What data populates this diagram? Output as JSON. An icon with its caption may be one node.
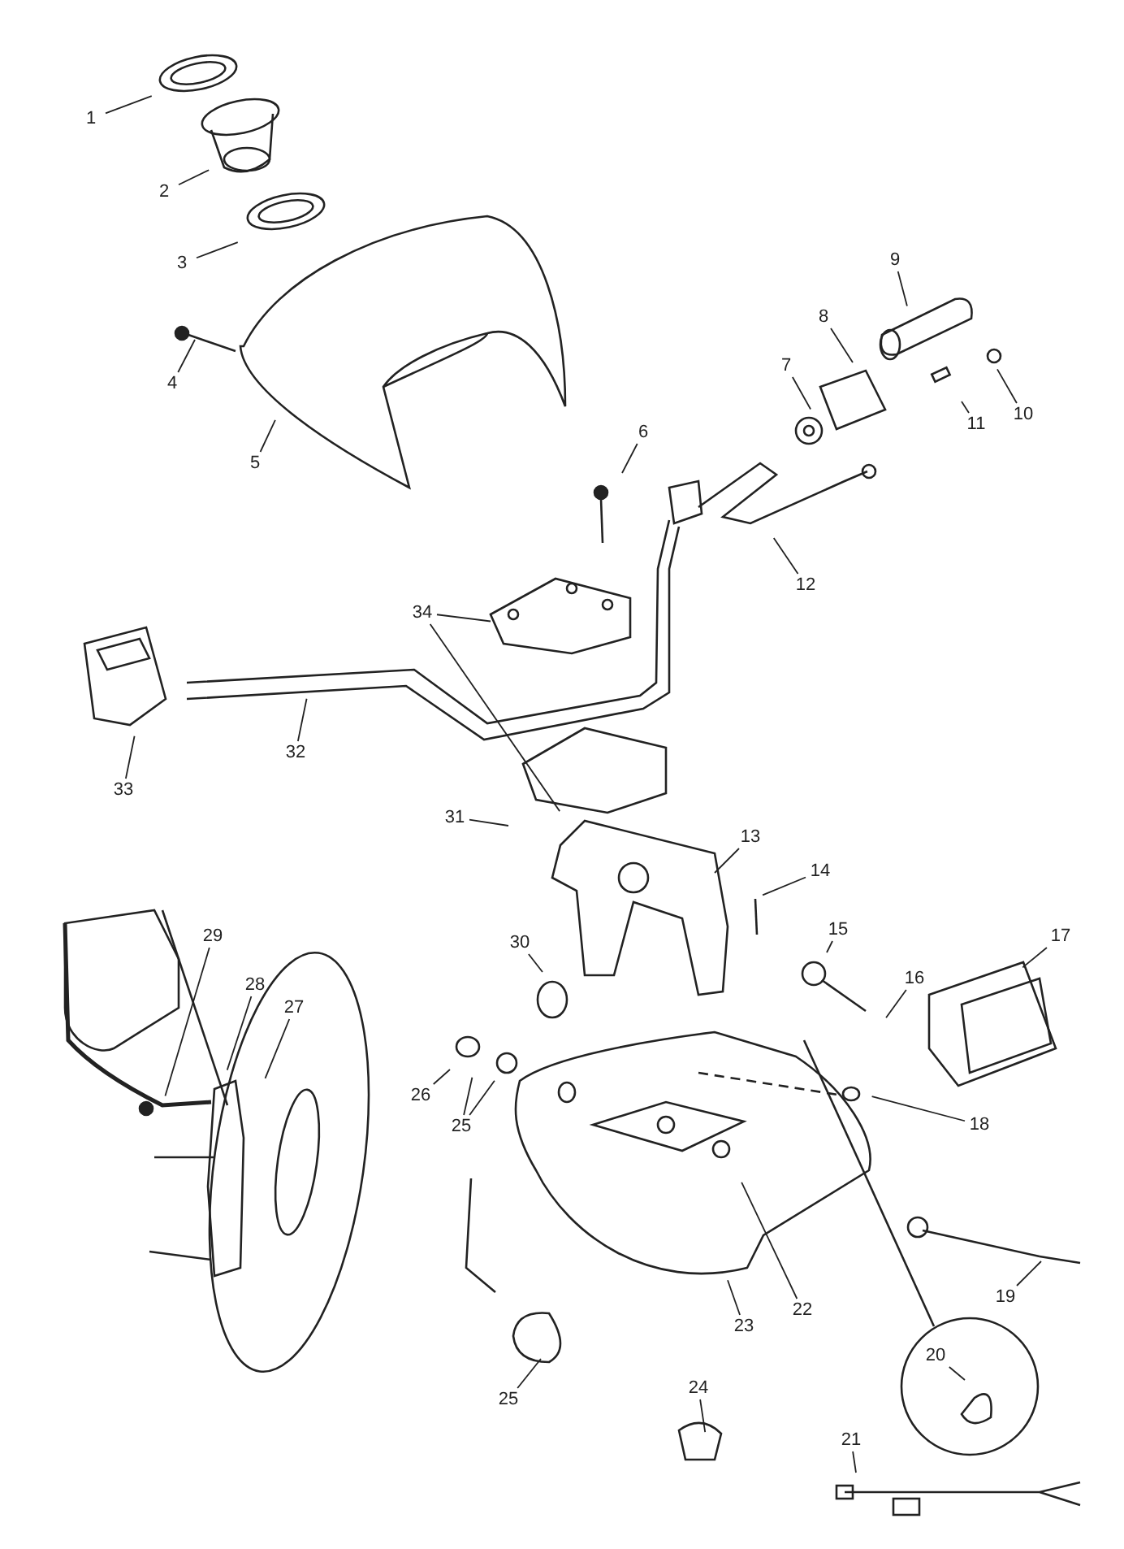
{
  "diagram": {
    "nodes": [
      {
        "text": [
          "1"
        ]
      },
      {
        "text": [
          "2"
        ]
      },
      {
        "text": [
          "3"
        ]
      },
      {
        "text": [
          "4"
        ]
      },
      {
        "text": [
          "5"
        ]
      },
      {
        "text": [
          "9"
        ]
      },
      {
        "text": [
          "8"
        ]
      },
      {
        "text": [
          "7"
        ]
      },
      {
        "text": [
          "11"
        ]
      },
      {
        "text": [
          "10"
        ]
      },
      {
        "text": [
          "6"
        ]
      },
      {
        "text": [
          "12"
        ]
      },
      {
        "text": [
          "34"
        ]
      },
      {
        "text": [
          "32"
        ]
      },
      {
        "text": [
          "33"
        ]
      },
      {
        "text": [
          "31"
        ]
      },
      {
        "text": [
          "13"
        ]
      },
      {
        "text": [
          "14"
        ]
      },
      {
        "text": [
          "15"
        ]
      },
      {
        "text": [
          "17"
        ]
      },
      {
        "text": [
          "16"
        ]
      },
      {
        "text": [
          "29"
        ]
      },
      {
        "text": [
          "28"
        ]
      },
      {
        "text": [
          "27"
        ]
      },
      {
        "text": [
          "30"
        ]
      },
      {
        "text": [
          "26"
        ]
      },
      {
        "text": [
          "25"
        ]
      },
      {
        "text": [
          "18"
        ]
      },
      {
        "text": [
          "22"
        ]
      },
      {
        "text": [
          "23"
        ]
      },
      {
        "text": [
          "19"
        ]
      },
      {
        "text": [
          "25"
        ]
      },
      {
        "text": [
          "20"
        ]
      },
      {
        "text": [
          "24"
        ]
      },
      {
        "text": [
          "21"
        ]
      }
    ],
    "edges": [
      {
        "from": 0,
        "to": null,
        "arrow": "none"
      },
      {
        "from": 1,
        "to": null,
        "arrow": "none"
      },
      {
        "from": 2,
        "to": null,
        "arrow": "none"
      },
      {
        "from": 3,
        "to": null,
        "arrow": "none"
      },
      {
        "from": 4,
        "to": null,
        "arrow": "none"
      },
      {
        "from": 5,
        "to": null,
        "arrow": "none"
      },
      {
        "from": 6,
        "to": null,
        "arrow": "none"
      },
      {
        "from": 7,
        "to": null,
        "arrow": "none"
      },
      {
        "from": 8,
        "to": null,
        "arrow": "none"
      },
      {
        "from": 9,
        "to": null,
        "arrow": "none"
      },
      {
        "from": 10,
        "to": null,
        "arrow": "none"
      },
      {
        "from": 11,
        "to": null,
        "arrow": "none"
      },
      {
        "from": 12,
        "to": null,
        "arrow": "none"
      },
      {
        "from": 12,
        "to": null,
        "arrow": "none"
      },
      {
        "from": 13,
        "to": null,
        "arrow": "none"
      },
      {
        "from": 14,
        "to": null,
        "arrow": "none"
      },
      {
        "from": 15,
        "to": null,
        "arrow": "none"
      },
      {
        "from": 16,
        "to": null,
        "arrow": "none"
      },
      {
        "from": 17,
        "to": null,
        "arrow": "none"
      },
      {
        "from": 18,
        "to": null,
        "arrow": "none"
      },
      {
        "from": 19,
        "to": null,
        "arrow": "none"
      },
      {
        "from": 20,
        "to": null,
        "arrow": "none"
      },
      {
        "from": 21,
        "to": null,
        "arrow": "none"
      },
      {
        "from": 22,
        "to": null,
        "arrow": "none"
      },
      {
        "from": 23,
        "to": null,
        "arrow": "none"
      },
      {
        "from": 24,
        "to": null,
        "arrow": "none"
      },
      {
        "from": 25,
        "to": null,
        "arrow": "none"
      },
      {
        "from": 26,
        "to": null,
        "arrow": "none"
      },
      {
        "from": 26,
        "to": null,
        "arrow": "none"
      },
      {
        "from": 27,
        "to": null,
        "arrow": "none"
      },
      {
        "from": 28,
        "to": null,
        "arrow": "none"
      },
      {
        "from": 29,
        "to": null,
        "arrow": "none"
      },
      {
        "from": 30,
        "to": null,
        "arrow": "none"
      },
      {
        "from": 31,
        "to": null,
        "arrow": "none"
      },
      {
        "from": 32,
        "to": null,
        "arrow": "none"
      },
      {
        "from": 33,
        "to": null,
        "arrow": "none"
      },
      {
        "from": 34,
        "to": null,
        "arrow": "none"
      }
    ]
  }
}
